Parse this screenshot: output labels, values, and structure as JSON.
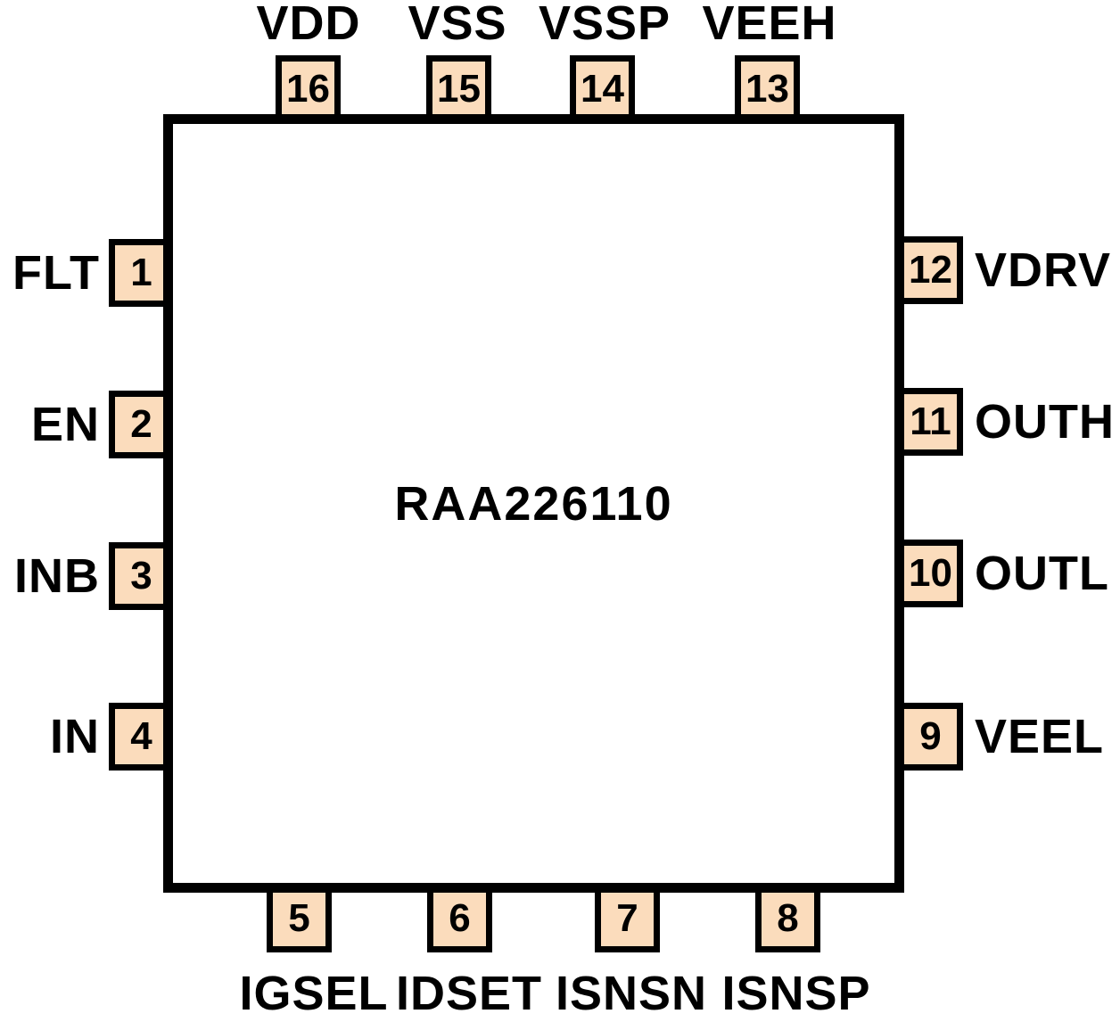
{
  "part_number": "RAA226110",
  "package": {
    "pin_count": 16
  },
  "colors": {
    "pin_fill": "#FBDCBC",
    "outline": "#000000",
    "text": "#000000",
    "background": "#FFFFFF"
  },
  "pins": {
    "top": [
      {
        "number": "16",
        "name": "VDD"
      },
      {
        "number": "15",
        "name": "VSS"
      },
      {
        "number": "14",
        "name": "VSSP"
      },
      {
        "number": "13",
        "name": "VEEH"
      }
    ],
    "left": [
      {
        "number": "1",
        "name": "FLT"
      },
      {
        "number": "2",
        "name": "EN"
      },
      {
        "number": "3",
        "name": "INB"
      },
      {
        "number": "4",
        "name": "IN"
      }
    ],
    "right": [
      {
        "number": "12",
        "name": "VDRV"
      },
      {
        "number": "11",
        "name": "OUTH"
      },
      {
        "number": "10",
        "name": "OUTL"
      },
      {
        "number": "9",
        "name": "VEEL"
      }
    ],
    "bottom": [
      {
        "number": "5",
        "name": "IGSEL"
      },
      {
        "number": "6",
        "name": "IDSET"
      },
      {
        "number": "7",
        "name": "ISNSN"
      },
      {
        "number": "8",
        "name": "ISNSP"
      }
    ]
  }
}
